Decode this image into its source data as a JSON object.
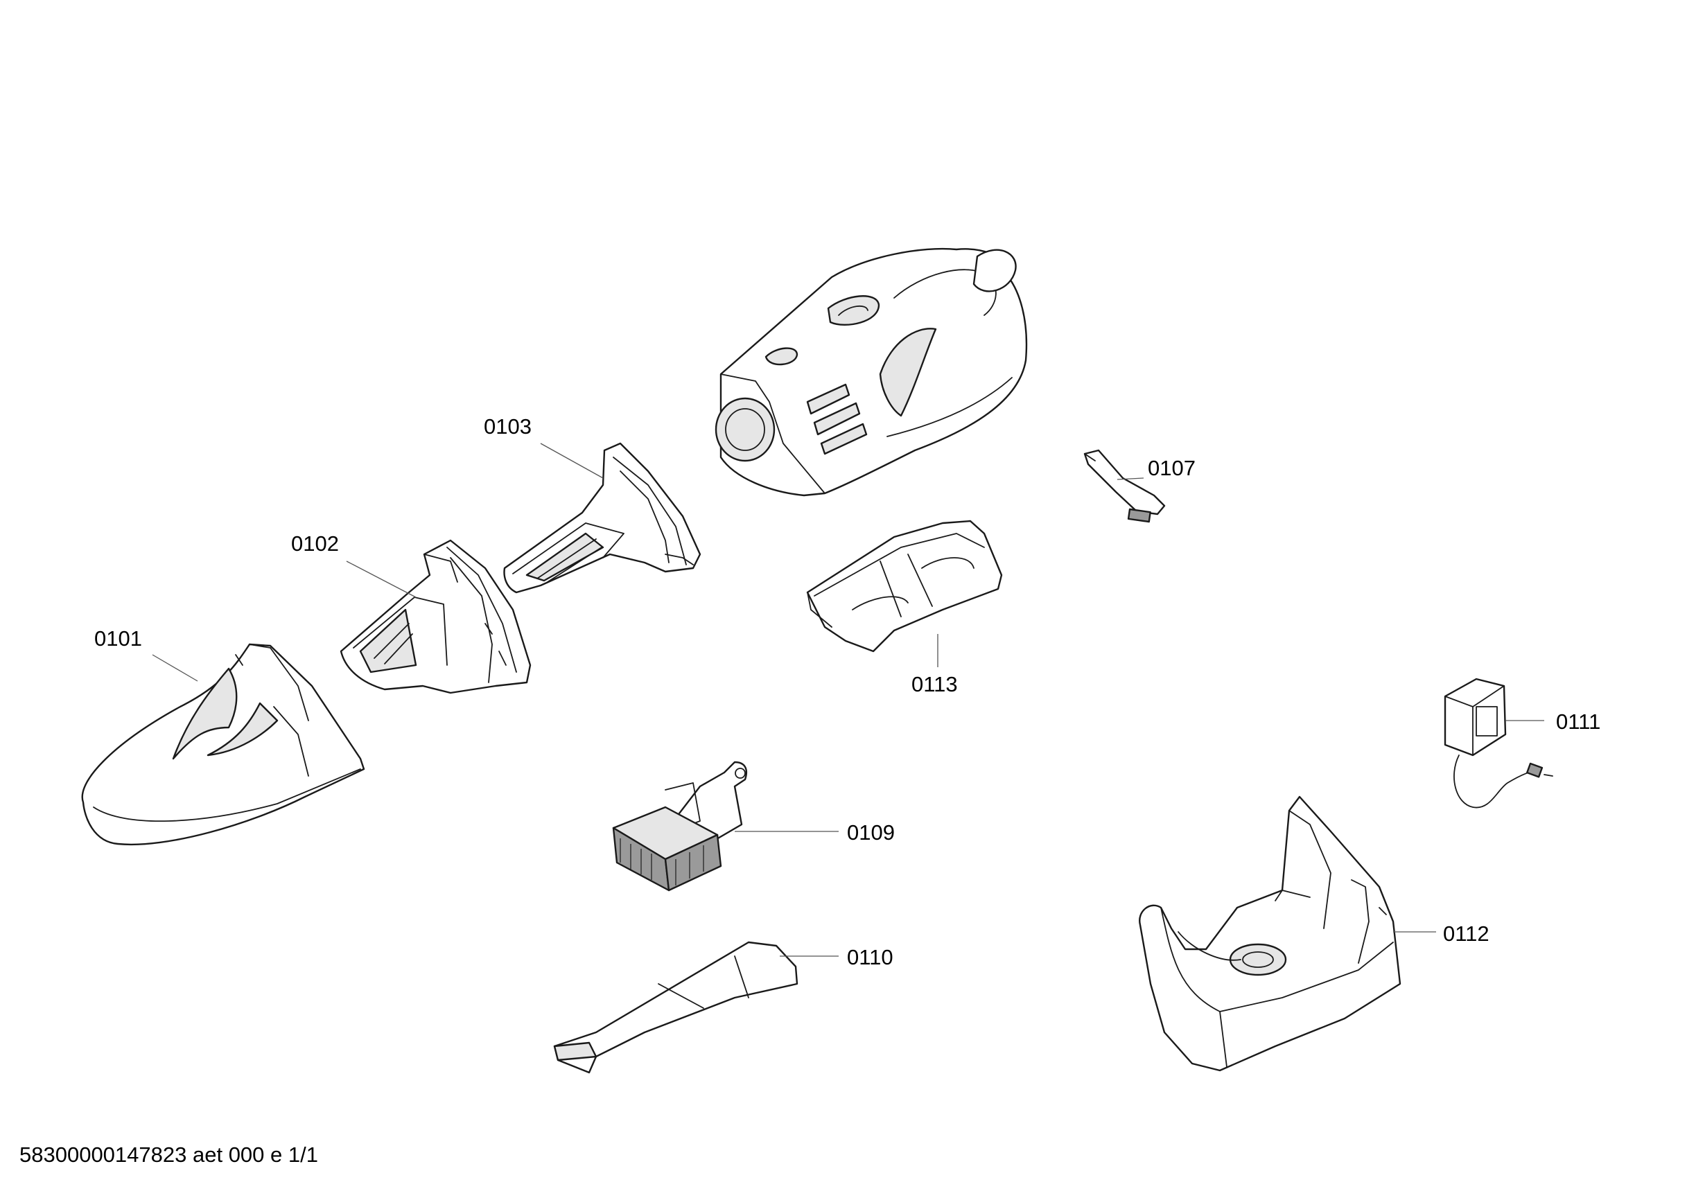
{
  "callouts": {
    "c0101": "0101",
    "c0102": "0102",
    "c0103": "0103",
    "c0107": "0107",
    "c0109": "0109",
    "c0110": "0110",
    "c0111": "0111",
    "c0112": "0112",
    "c0113": "0113"
  },
  "footer": {
    "document_code": "5830000014​7823 aet 000 e 1/1"
  }
}
